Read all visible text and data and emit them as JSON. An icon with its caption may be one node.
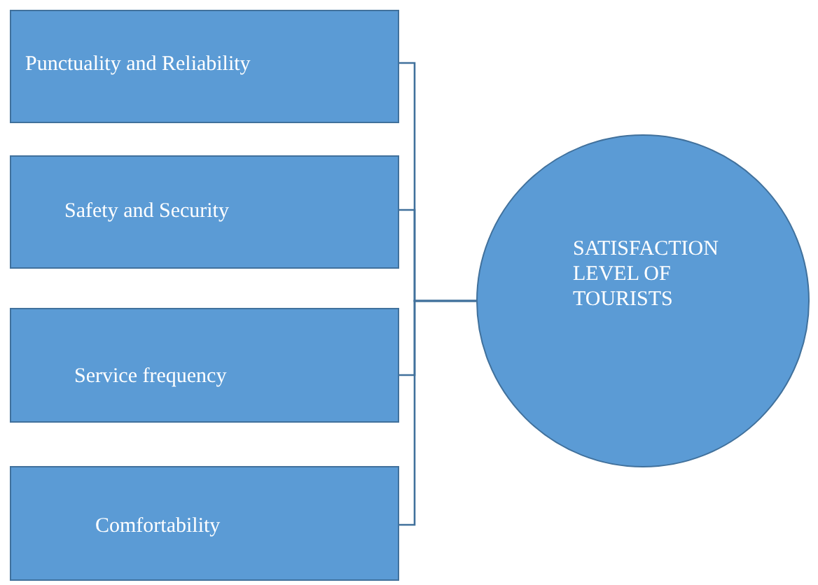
{
  "diagram": {
    "nodes": [
      {
        "text": [
          "Punctuality and Reliability"
        ]
      },
      {
        "text": [
          "Safety and Security"
        ]
      },
      {
        "text": [
          "Service frequency"
        ]
      },
      {
        "text": [
          "Comfortability"
        ]
      },
      {
        "text": [
          "SATISFACTION LEVEL OF TOURISTS"
        ]
      }
    ],
    "edges": [
      {
        "from": 0,
        "to": 4,
        "arrow": "none"
      },
      {
        "from": 1,
        "to": 4,
        "arrow": "none"
      },
      {
        "from": 2,
        "to": 4,
        "arrow": "none"
      },
      {
        "from": 3,
        "to": 4,
        "arrow": "none"
      }
    ]
  }
}
